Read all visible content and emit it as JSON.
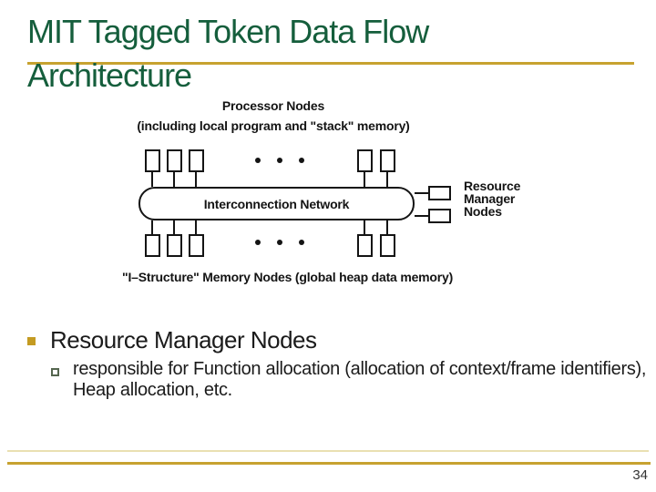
{
  "title": {
    "line1": "MIT Tagged Token Data Flow",
    "line2": "Architecture"
  },
  "diagram": {
    "processor_label": "Processor Nodes",
    "processor_sublabel": "(including local program and \"stack\" memory)",
    "network_label": "Interconnection Network",
    "resource_label": [
      "Resource",
      "Manager",
      "Nodes"
    ],
    "memory_label": "\"I–Structure\" Memory Nodes (global heap data memory)"
  },
  "content": {
    "bullet1": "Resource Manager Nodes",
    "bullet1_sub": "responsible for Function allocation (allocation of context/frame identifiers), Heap allocation, etc."
  },
  "footer": {
    "page_number": "34"
  },
  "colors": {
    "title_green": "#155E3C",
    "gold_rule": "#C7A230",
    "pale_gold_rule": "#EAE0B2",
    "bullet_gold": "#C49B22",
    "sub_bullet_outline": "#55664F",
    "diagram_ink": "#141414"
  }
}
